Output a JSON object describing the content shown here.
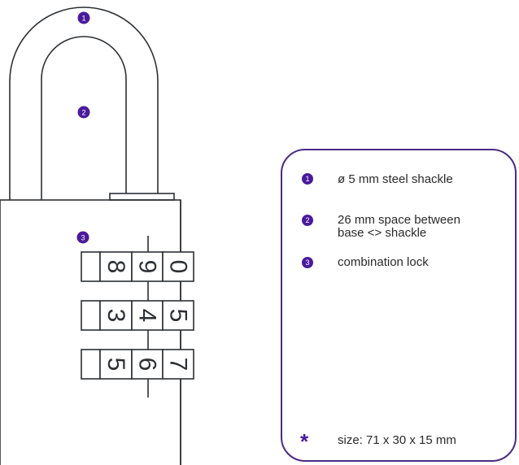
{
  "colors": {
    "accent": "#4a1a9c",
    "panel_border": "#4b2b83",
    "line": "#2c3034"
  },
  "callouts": [
    {
      "number": "1",
      "target": "shackle"
    },
    {
      "number": "2",
      "target": "shackle-gap"
    },
    {
      "number": "3",
      "target": "combination-dials"
    }
  ],
  "dials": [
    [
      "8",
      "9",
      "0"
    ],
    [
      "3",
      "4",
      "5"
    ],
    [
      "5",
      "6",
      "7"
    ]
  ],
  "legend": {
    "items": [
      {
        "number": "1",
        "text": "ø 5 mm steel shackle"
      },
      {
        "number": "2",
        "text": "26 mm space between\nbase <> shackle"
      },
      {
        "number": "3",
        "text": "combination lock"
      }
    ],
    "size_icon": "star-icon",
    "size_text": "size: 71 x 30 x 15 mm"
  }
}
